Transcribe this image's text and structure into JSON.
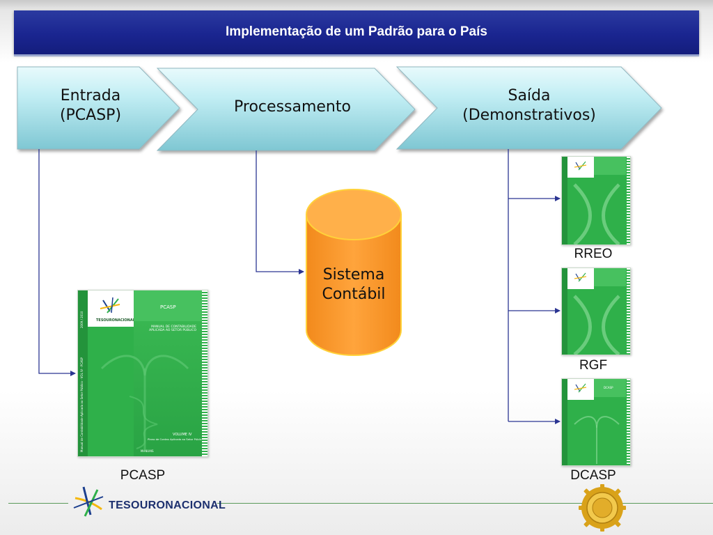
{
  "header": {
    "title": "Implementação de um Padrão para o País"
  },
  "steps": [
    {
      "label_line1": "Entrada",
      "label_line2": "(PCASP)"
    },
    {
      "label_line1": "Processamento",
      "label_line2": ""
    },
    {
      "label_line1": "Saída",
      "label_line2": "(Demonstrativos)"
    }
  ],
  "database": {
    "label_line1": "Sistema",
    "label_line2": "Contábil"
  },
  "documents": {
    "pcasp": {
      "caption": "PCASP",
      "cover_title": "PCASP",
      "cover_heading": "MANUAL DE CONTABILIDADE APLICADA AO SETOR PÚBLICO",
      "volume": "VOLUME IV",
      "volume_subtitle": "Plano de Contas Aplicado ao Setor Público",
      "footer_text": "MANUAIS",
      "spine_text": "Manual de Contabilidade Aplicada ao Setor Público - VOL IV - PCASP",
      "year": "2009 / 2010",
      "publisher": "TESOURONACIONAL"
    },
    "rreo": {
      "caption": "RREO"
    },
    "rgf": {
      "caption": "RGF"
    },
    "dcasp": {
      "caption": "DCASP",
      "cover_title": "DCASP"
    }
  },
  "footer": {
    "logo_text": "TESOURONACIONAL"
  },
  "colors": {
    "header_blue": "#1a2590",
    "arrow_cyan": "#aee5ee",
    "connector_blue": "#2b3592",
    "database_orange": "#ff9a2e",
    "book_green": "#2fb04a"
  }
}
